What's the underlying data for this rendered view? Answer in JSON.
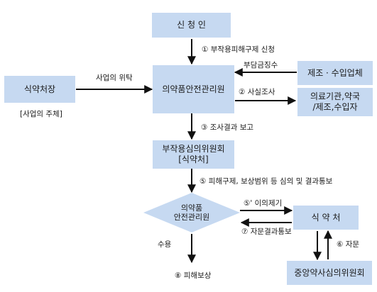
{
  "nodes": {
    "applicant": "신 청 인",
    "mfds_chief": "식약처장",
    "mfds_chief_note": "[사업의 주체]",
    "kidsi": "의약품안전관리원",
    "manufacturer": "제조 · 수입업체",
    "investigated": "의료기관,약국\n/제조,수입자",
    "committee": "부작용심의위원회\n[식약처]",
    "diamond": "의약품\n안전관리원",
    "mfds": "식 약 처",
    "central_committee": "중앙약사심의위원회"
  },
  "edges": {
    "apply": "① 부작용피해구제 신청",
    "entrust": "사업의 위탁",
    "levy": "부담금징수",
    "investigate": "② 사실조사",
    "report": "③ 조사결과 보고",
    "notify": "⑤ 피해구제, 보상범위 등 심의 및 결과통보",
    "objection": "⑤' 이의제기",
    "advice_result": "⑦ 자문결과통보",
    "advice": "⑥ 자문",
    "accept": "수용",
    "compensation": "⑧ 피해보상"
  }
}
